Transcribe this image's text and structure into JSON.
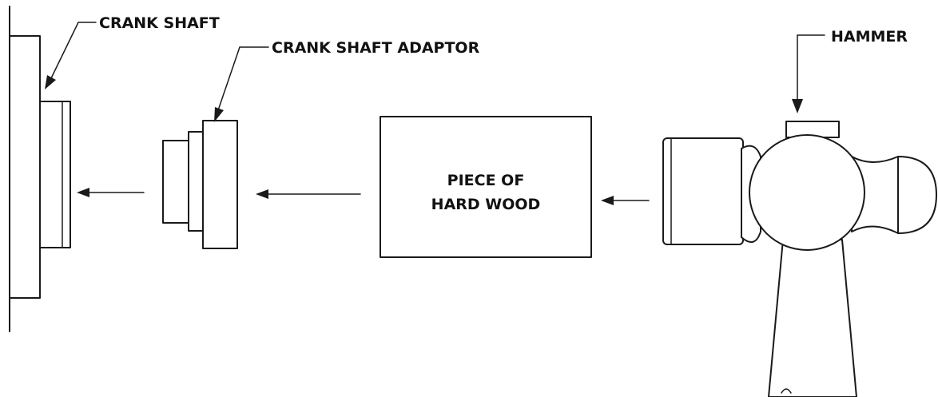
{
  "labels": {
    "crank_shaft": "CRANK SHAFT",
    "crank_shaft_adaptor": "CRANK SHAFT ADAPTOR",
    "hammer": "HAMMER",
    "wood_line1": "PIECE OF",
    "wood_line2": "HARD WOOD"
  },
  "colors": {
    "ink": "#1a1a1a",
    "background": "#ffffff"
  }
}
